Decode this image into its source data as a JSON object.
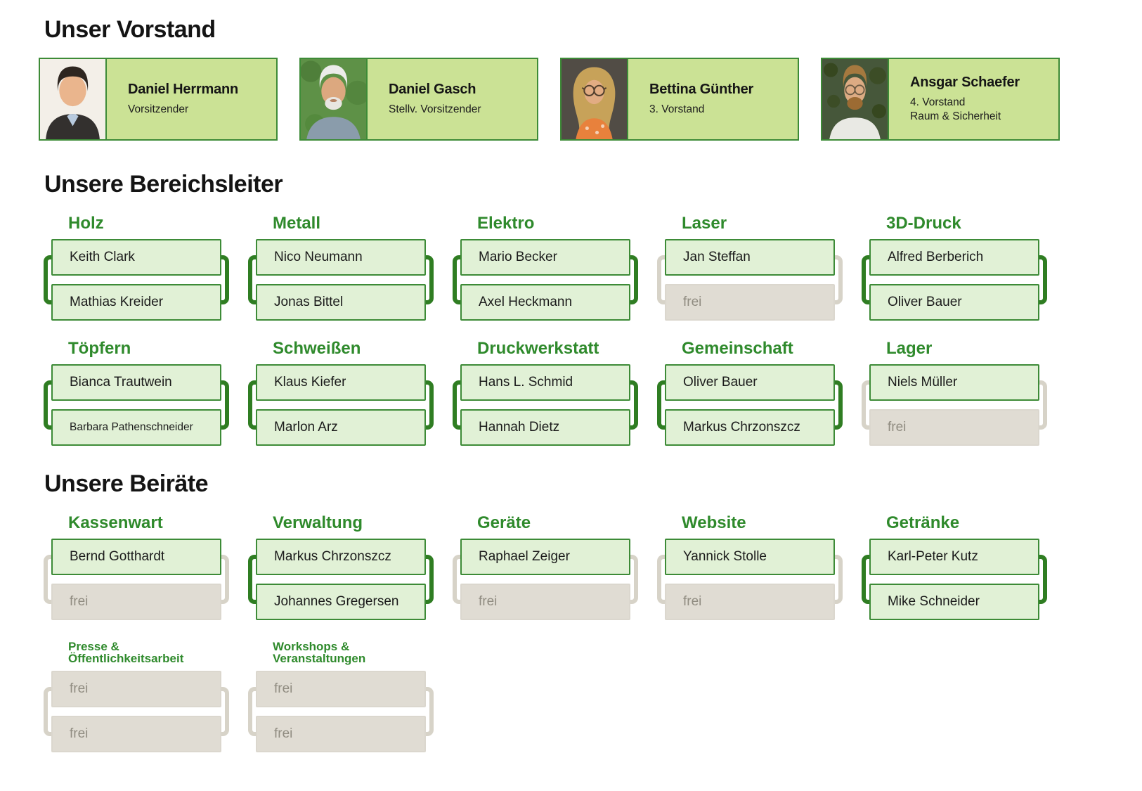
{
  "colors": {
    "title_green": "#2f8a2c",
    "border_green": "#3d8b37",
    "fill_green": "#e1f1d6",
    "bracket_green": "#2f7d22",
    "card_bg": "#cbe295",
    "frei_bg": "#e0dcd3",
    "frei_text": "#908c81",
    "frei_border": "#dbd7ce",
    "bracket_gray": "#d7d3c8"
  },
  "vorstand": {
    "heading": "Unser Vorstand",
    "members": [
      {
        "name": "Daniel Herrmann",
        "roles": [
          "Vorsitzender"
        ]
      },
      {
        "name": "Daniel Gasch",
        "roles": [
          "Stellv. Vorsitzender"
        ]
      },
      {
        "name": "Bettina Günther",
        "roles": [
          "3. Vorstand"
        ]
      },
      {
        "name": "Ansgar Schaefer",
        "roles": [
          "4. Vorstand",
          "Raum & Sicherheit"
        ]
      }
    ]
  },
  "bereichsleiter": {
    "heading": "Unsere Bereichsleiter",
    "groups": [
      {
        "title": "Holz",
        "complete": "yes",
        "members": [
          {
            "label": "Keith Clark",
            "state": "filled"
          },
          {
            "label": "Mathias Kreider",
            "state": "filled"
          }
        ]
      },
      {
        "title": "Metall",
        "complete": "yes",
        "members": [
          {
            "label": "Nico Neumann",
            "state": "filled"
          },
          {
            "label": "Jonas Bittel",
            "state": "filled"
          }
        ]
      },
      {
        "title": "Elektro",
        "complete": "yes",
        "members": [
          {
            "label": "Mario Becker",
            "state": "filled"
          },
          {
            "label": "Axel Heckmann",
            "state": "filled"
          }
        ]
      },
      {
        "title": "Laser",
        "complete": "no",
        "members": [
          {
            "label": "Jan Steffan",
            "state": "filled"
          },
          {
            "label": "frei",
            "state": "frei"
          }
        ]
      },
      {
        "title": "3D-Druck",
        "complete": "yes",
        "members": [
          {
            "label": "Alfred Berberich",
            "state": "filled"
          },
          {
            "label": "Oliver Bauer",
            "state": "filled"
          }
        ]
      },
      {
        "title": "Töpfern",
        "complete": "yes",
        "members": [
          {
            "label": "Bianca Trautwein",
            "state": "filled"
          },
          {
            "label": "Barbara Pathenschneider",
            "state": "filled",
            "size": "small"
          }
        ]
      },
      {
        "title": "Schweißen",
        "complete": "yes",
        "members": [
          {
            "label": "Klaus Kiefer",
            "state": "filled"
          },
          {
            "label": "Marlon Arz",
            "state": "filled"
          }
        ]
      },
      {
        "title": "Druckwerkstatt",
        "complete": "yes",
        "members": [
          {
            "label": "Hans L. Schmid",
            "state": "filled"
          },
          {
            "label": "Hannah Dietz",
            "state": "filled"
          }
        ]
      },
      {
        "title": "Gemeinschaft",
        "complete": "yes",
        "members": [
          {
            "label": "Oliver Bauer",
            "state": "filled"
          },
          {
            "label": "Markus Chrzonszcz",
            "state": "filled"
          }
        ]
      },
      {
        "title": "Lager",
        "complete": "no",
        "members": [
          {
            "label": "Niels Müller",
            "state": "filled"
          },
          {
            "label": "frei",
            "state": "frei"
          }
        ]
      }
    ]
  },
  "beiraete": {
    "heading": "Unsere Beiräte",
    "groups": [
      {
        "title": "Kassenwart",
        "complete": "no",
        "members": [
          {
            "label": "Bernd Gotthardt",
            "state": "filled"
          },
          {
            "label": "frei",
            "state": "frei"
          }
        ]
      },
      {
        "title": "Verwaltung",
        "complete": "yes",
        "members": [
          {
            "label": "Markus Chrzonszcz",
            "state": "filled"
          },
          {
            "label": "Johannes Gregersen",
            "state": "filled"
          }
        ]
      },
      {
        "title": "Geräte",
        "complete": "no",
        "members": [
          {
            "label": "Raphael Zeiger",
            "state": "filled"
          },
          {
            "label": "frei",
            "state": "frei"
          }
        ]
      },
      {
        "title": "Website",
        "complete": "no",
        "members": [
          {
            "label": "Yannick Stolle",
            "state": "filled"
          },
          {
            "label": "frei",
            "state": "frei"
          }
        ]
      },
      {
        "title": "Getränke",
        "complete": "yes",
        "members": [
          {
            "label": "Karl-Peter Kutz",
            "state": "filled"
          },
          {
            "label": "Mike Schneider",
            "state": "filled"
          }
        ]
      },
      {
        "title": "Presse &\nÖffentlichkeitsarbeit",
        "small_title": "yes",
        "complete": "no",
        "members": [
          {
            "label": "frei",
            "state": "frei"
          },
          {
            "label": "frei",
            "state": "frei"
          }
        ]
      },
      {
        "title": "Workshops &\nVeranstaltungen",
        "small_title": "yes",
        "complete": "no",
        "members": [
          {
            "label": "frei",
            "state": "frei"
          },
          {
            "label": "frei",
            "state": "frei"
          }
        ]
      }
    ]
  }
}
